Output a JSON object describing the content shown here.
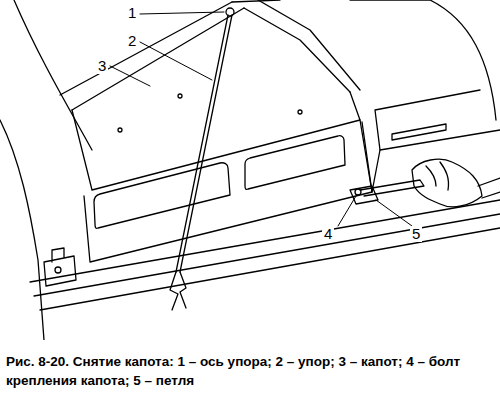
{
  "diagram": {
    "caption": "Рис. 8-20. Снятие капота: 1 – ось упора; 2 – упор; 3 – капот; 4 – болт крепления капота; 5 – петля",
    "labels": [
      "1",
      "2",
      "3",
      "4",
      "5"
    ]
  }
}
